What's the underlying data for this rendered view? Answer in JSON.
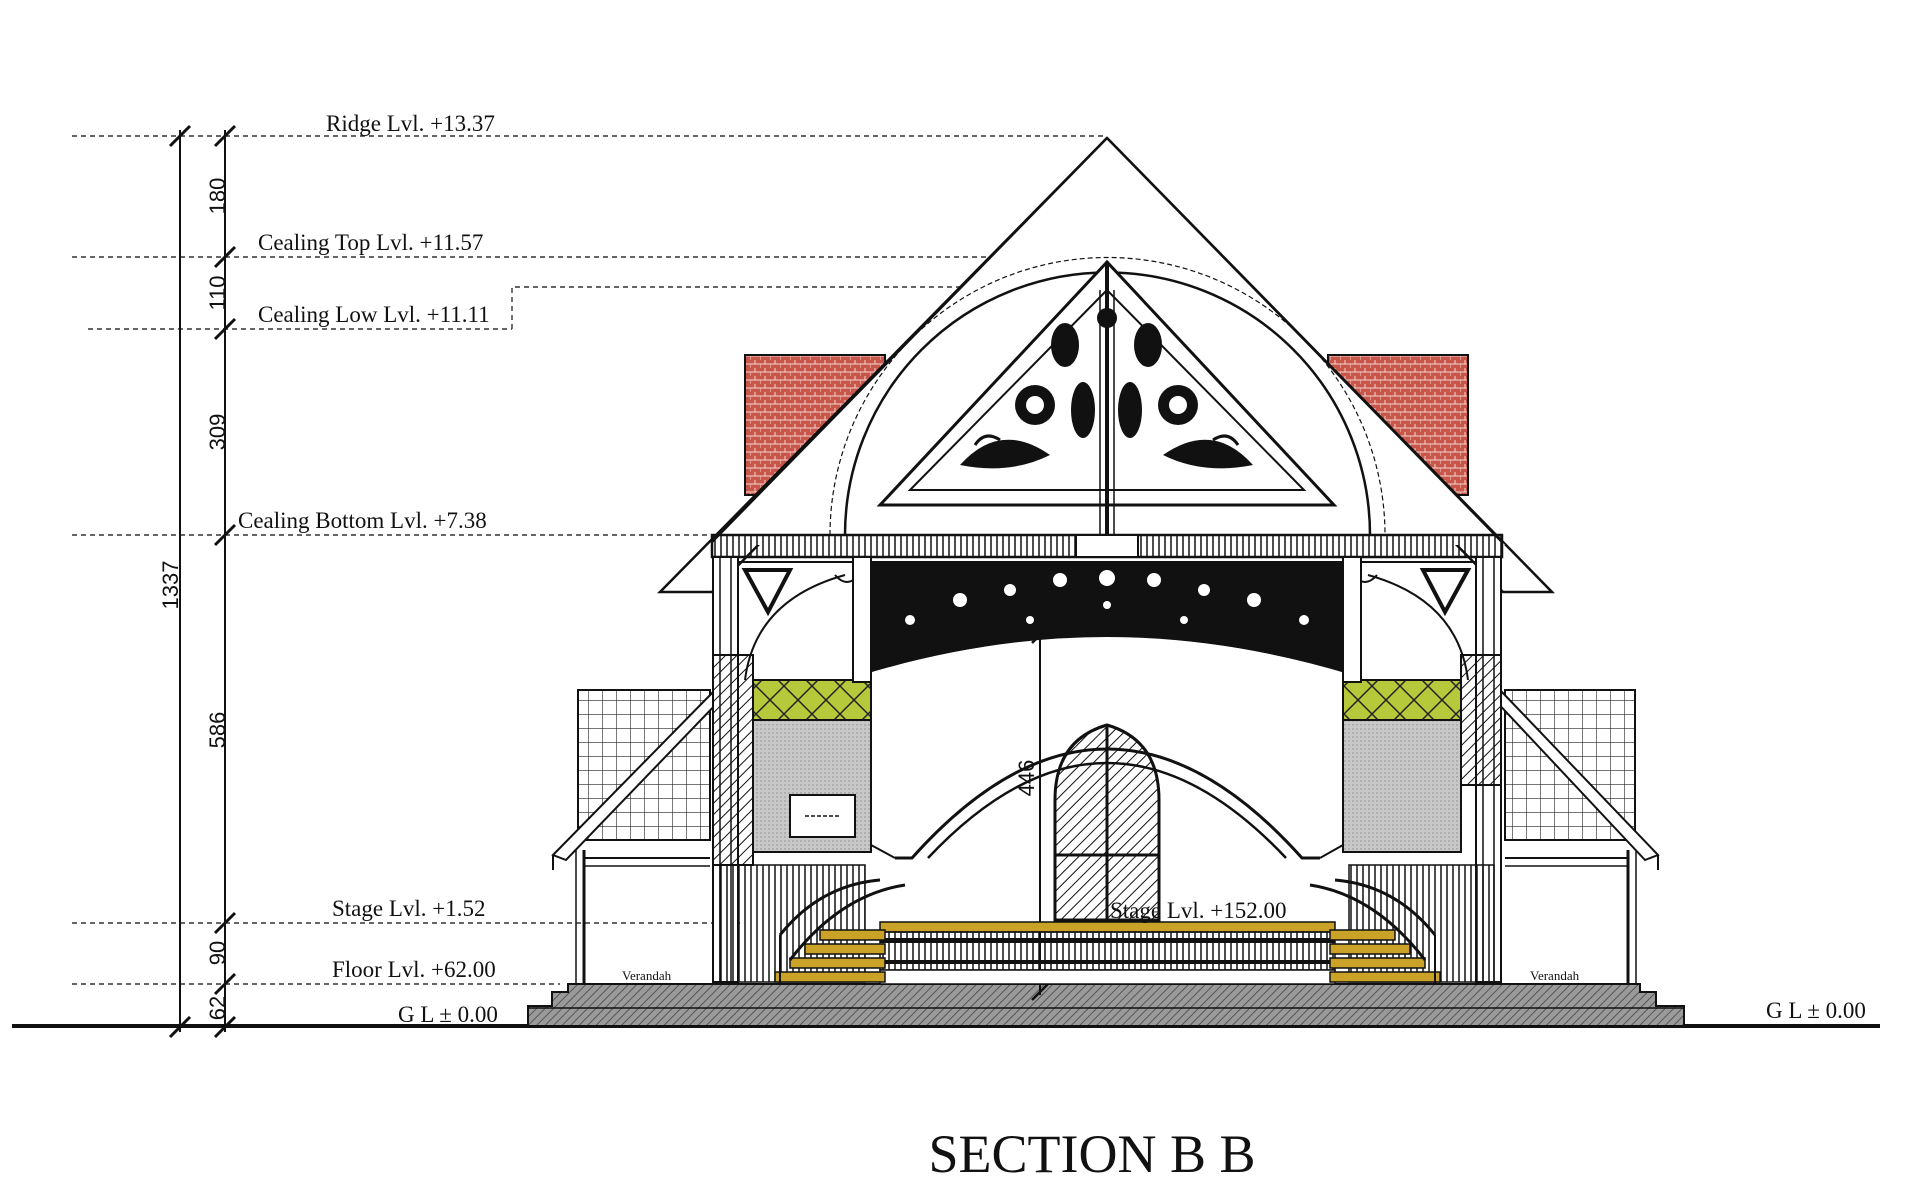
{
  "title": "SECTION B B",
  "levels": {
    "ridge": "Ridge Lvl. +13.37",
    "ceiling_top": "Cealing Top  Lvl. +11.57",
    "ceiling_low": "Cealing Low Lvl. +11.11",
    "ceiling_bottom": "Cealing Bottom  Lvl. +7.38",
    "stage": "Stage  Lvl. +1.52",
    "floor": "Floor Lvl. +62.00",
    "gl_left": "G L ± 0.00",
    "gl_right": "G L ± 0.00",
    "stage_inner": "Stage  Lvl. +152.00"
  },
  "dimensions": {
    "total": "1337",
    "d180": "180",
    "d110": "110",
    "d309": "309",
    "d586": "586",
    "d90": "90",
    "d62": "62",
    "d446": "446"
  },
  "labels": {
    "verandah_left": "Verandah",
    "verandah_right": "Verandah"
  },
  "colors": {
    "brick": "#c9564a",
    "lattice_green": "#b5c93a",
    "stair_wood": "#c9a227",
    "line": "#111111"
  }
}
